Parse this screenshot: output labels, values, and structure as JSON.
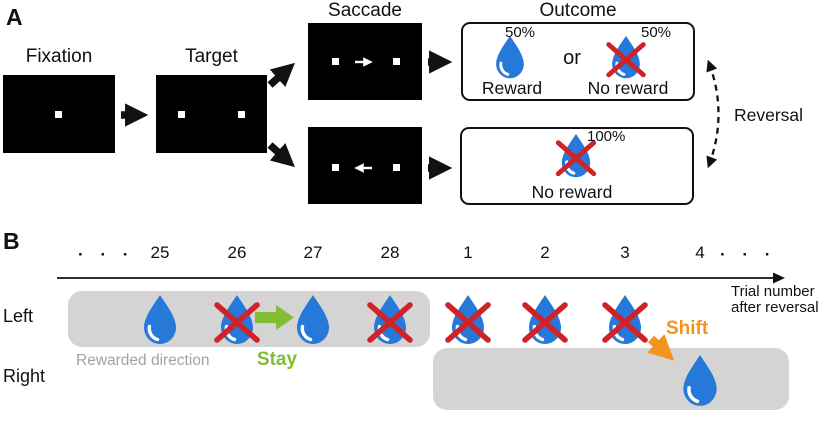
{
  "panel_a": {
    "label": "A",
    "fixation_label": "Fixation",
    "target_label": "Target",
    "saccade_label": "Saccade",
    "outcome_label": "Outcome",
    "outcome_top": {
      "reward_pct": "50%",
      "or_text": "or",
      "no_reward_pct": "50%",
      "reward_label": "Reward",
      "no_reward_label": "No reward"
    },
    "outcome_bottom": {
      "no_reward_pct": "100%",
      "no_reward_label": "No reward"
    },
    "reversal_label": "Reversal"
  },
  "panel_b": {
    "label": "B",
    "ellipsis_left": "· · ·",
    "ellipsis_right": "· · ·",
    "trials": [
      "25",
      "26",
      "27",
      "28",
      "1",
      "2",
      "3",
      "4"
    ],
    "axis_label_line1": "Trial number",
    "axis_label_line2": "after reversal",
    "left_row_label": "Left",
    "right_row_label": "Right",
    "rewarded_direction_label": "Rewarded direction",
    "stay_label": "Stay",
    "shift_label": "Shift",
    "left_row_outcomes": [
      "reward",
      "no-reward",
      "reward",
      "no-reward",
      "no-reward",
      "no-reward",
      "no-reward"
    ],
    "right_row_outcomes": {
      "trial_4": "reward"
    }
  },
  "icons": {
    "reward": "water-drop-icon",
    "no_reward": "crossed-water-drop-icon"
  },
  "colors": {
    "ink": "#111111",
    "drop_blue": "#2679d8",
    "cross_red": "#ce2329",
    "stay_green": "#82bd35",
    "shift_orange": "#f2951f",
    "band_gray": "#d4d4d4",
    "muted_gray": "#a3a3a3"
  }
}
